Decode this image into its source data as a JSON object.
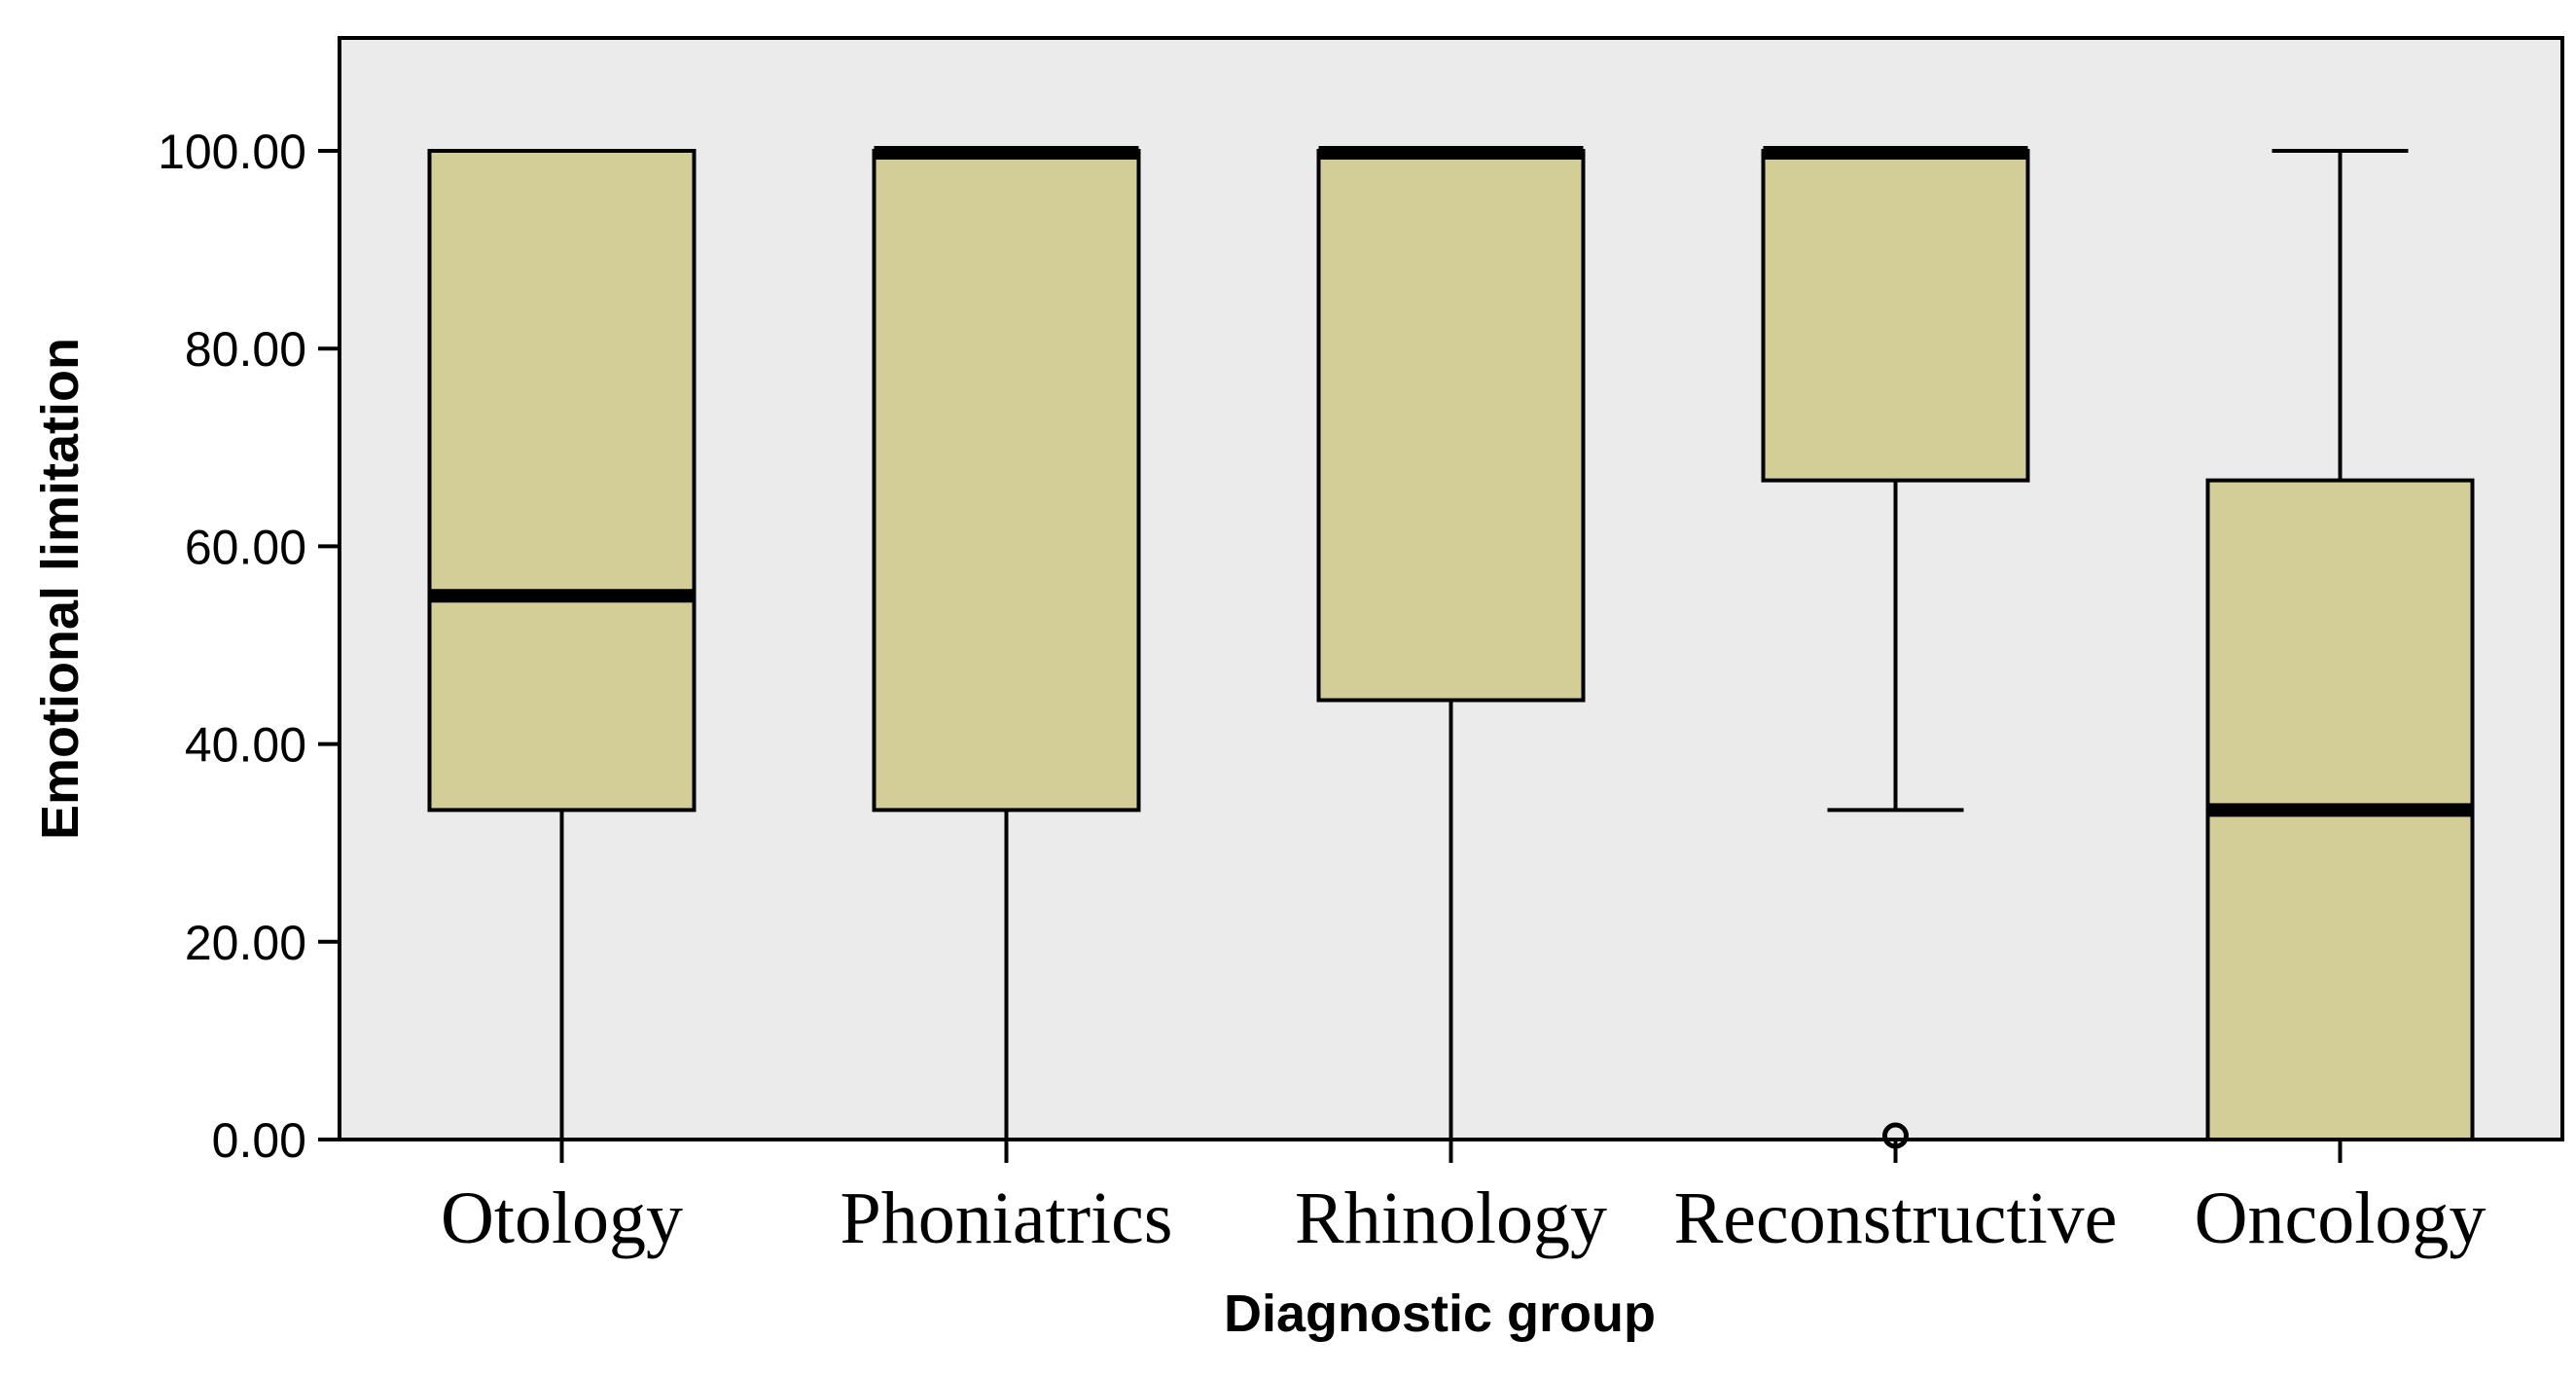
{
  "chart_data": {
    "type": "boxplot",
    "xlabel": "Diagnostic group",
    "ylabel": "Emotional limitation",
    "ylim": [
      0,
      112
    ],
    "yticks": [
      0,
      20,
      40,
      60,
      80,
      100
    ],
    "ytick_labels": [
      "0.00",
      "20.00",
      "40.00",
      "60.00",
      "80.00",
      "100.00"
    ],
    "categories": [
      "Otology",
      "Phoniatrics",
      "Rhinology",
      "Reconstructive",
      "Oncology"
    ],
    "boxes": [
      {
        "category": "Otology",
        "whisker_low": 0,
        "q1": 33.33,
        "median": 55,
        "q3": 100,
        "whisker_high": 100,
        "outliers": []
      },
      {
        "category": "Phoniatrics",
        "whisker_low": 0,
        "q1": 33.33,
        "median": 100,
        "q3": 100,
        "whisker_high": 100,
        "outliers": []
      },
      {
        "category": "Rhinology",
        "whisker_low": 0,
        "q1": 44.44,
        "median": 100,
        "q3": 100,
        "whisker_high": 100,
        "outliers": []
      },
      {
        "category": "Reconstructive",
        "whisker_low": 33.33,
        "q1": 66.67,
        "median": 100,
        "q3": 100,
        "whisker_high": 100,
        "outliers": [
          0
        ]
      },
      {
        "category": "Oncology",
        "whisker_low": 0,
        "q1": 0,
        "median": 33.33,
        "q3": 66.67,
        "whisker_high": 100,
        "outliers": []
      }
    ],
    "colors": {
      "box_fill": "#d3ce98",
      "plot_bg": "#ebebeb",
      "line": "#000000"
    },
    "grid": false
  }
}
